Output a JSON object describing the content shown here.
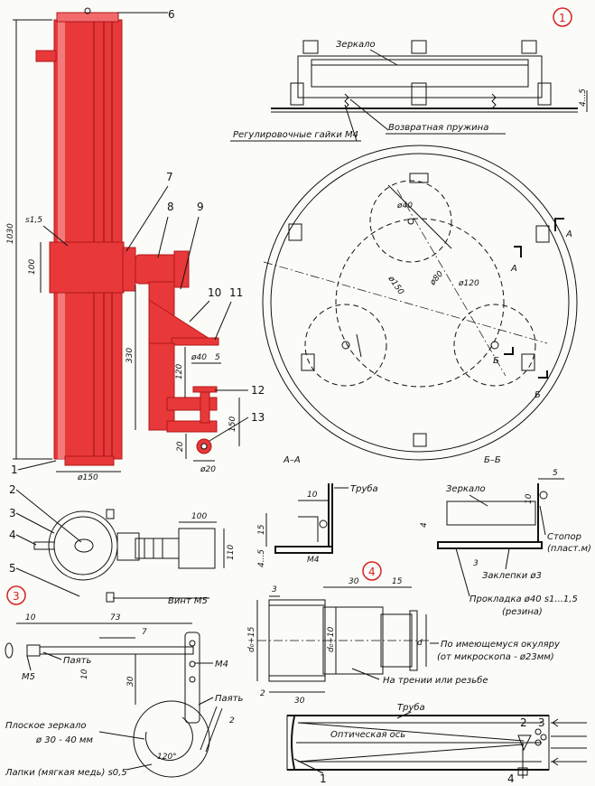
{
  "badges": {
    "fig1": "1",
    "fig3": "3",
    "fig4": "4"
  },
  "tube": {
    "num_6": "6",
    "num_7": "7",
    "num_8": "8",
    "num_9": "9",
    "num_10": "10",
    "num_11": "11",
    "num_12": "12",
    "num_13": "13",
    "num_1": "1",
    "dim_1030": "1030",
    "dim_s15": "s1,5",
    "dim_100": "100",
    "dim_330": "330",
    "dim_120": "120",
    "dim_d40": "ø40",
    "dim_5": "5",
    "dim_150": "150",
    "dim_20": "20",
    "dim_d20": "ø20",
    "dim_d150": "ø150"
  },
  "fig1": {
    "mirror": "Зеркало",
    "nuts": "Регулировочные гайки М4",
    "spring": "Возвратная пружина",
    "dim_45": "4...5",
    "dim_d40": "ø40",
    "dim_d150": "ø150",
    "dim_d80": "ø80",
    "dim_d120": "ø120",
    "sec_a": "А",
    "sec_b": "Б"
  },
  "secAA": {
    "title": "А–А",
    "tube": "Труба",
    "dim_10": "10",
    "dim_15": "15",
    "dim_45": "4...5",
    "m4": "М4"
  },
  "secBB": {
    "title": "Б–Б",
    "mirror": "Зеркало",
    "dim_5": "5",
    "dim_10": "10",
    "dim_4": "4",
    "dim_3": "3",
    "stopper": "Стопор",
    "stopper2": "(пласт.м)",
    "rivets": "Заклепки ø3",
    "pad": "Прокладка ø40 s1...1,5",
    "pad2": "(резина)"
  },
  "fig2": {
    "n2": "2",
    "n3": "3",
    "n4": "4",
    "n5": "5",
    "dim_100": "100",
    "dim_110": "110",
    "screw": "Винт М5"
  },
  "fig3": {
    "dim_10": "10",
    "dim_73": "73",
    "dim_7": "7",
    "dim_10b": "10",
    "dim_30": "30",
    "m5": "М5",
    "solder": "Паять",
    "m4": "М4",
    "solder2": "Паять",
    "dim_2": "2",
    "flat_mirror": "Плоское зеркало",
    "flat_mirror2": "ø 30 - 40 мм",
    "angle": "120°",
    "tabs": "Лапки (мягкая медь) s0,5"
  },
  "fig4": {
    "dim_3": "3",
    "dim_30": "30",
    "dim_15": "15",
    "dim_d15": "d₀+15",
    "dim_d10": "d₀+10",
    "dim_d": "d",
    "dim_2": "2",
    "dim_30b": "30",
    "ocular": "По имеющемуся окуляру",
    "ocular2": "(от микроскопа - ø23мм)",
    "friction": "На трении или резьбе"
  },
  "scheme": {
    "tube": "Труба",
    "axis": "Оптическая ось",
    "n1": "1",
    "n2": "2",
    "n3": "3",
    "n4": "4"
  }
}
